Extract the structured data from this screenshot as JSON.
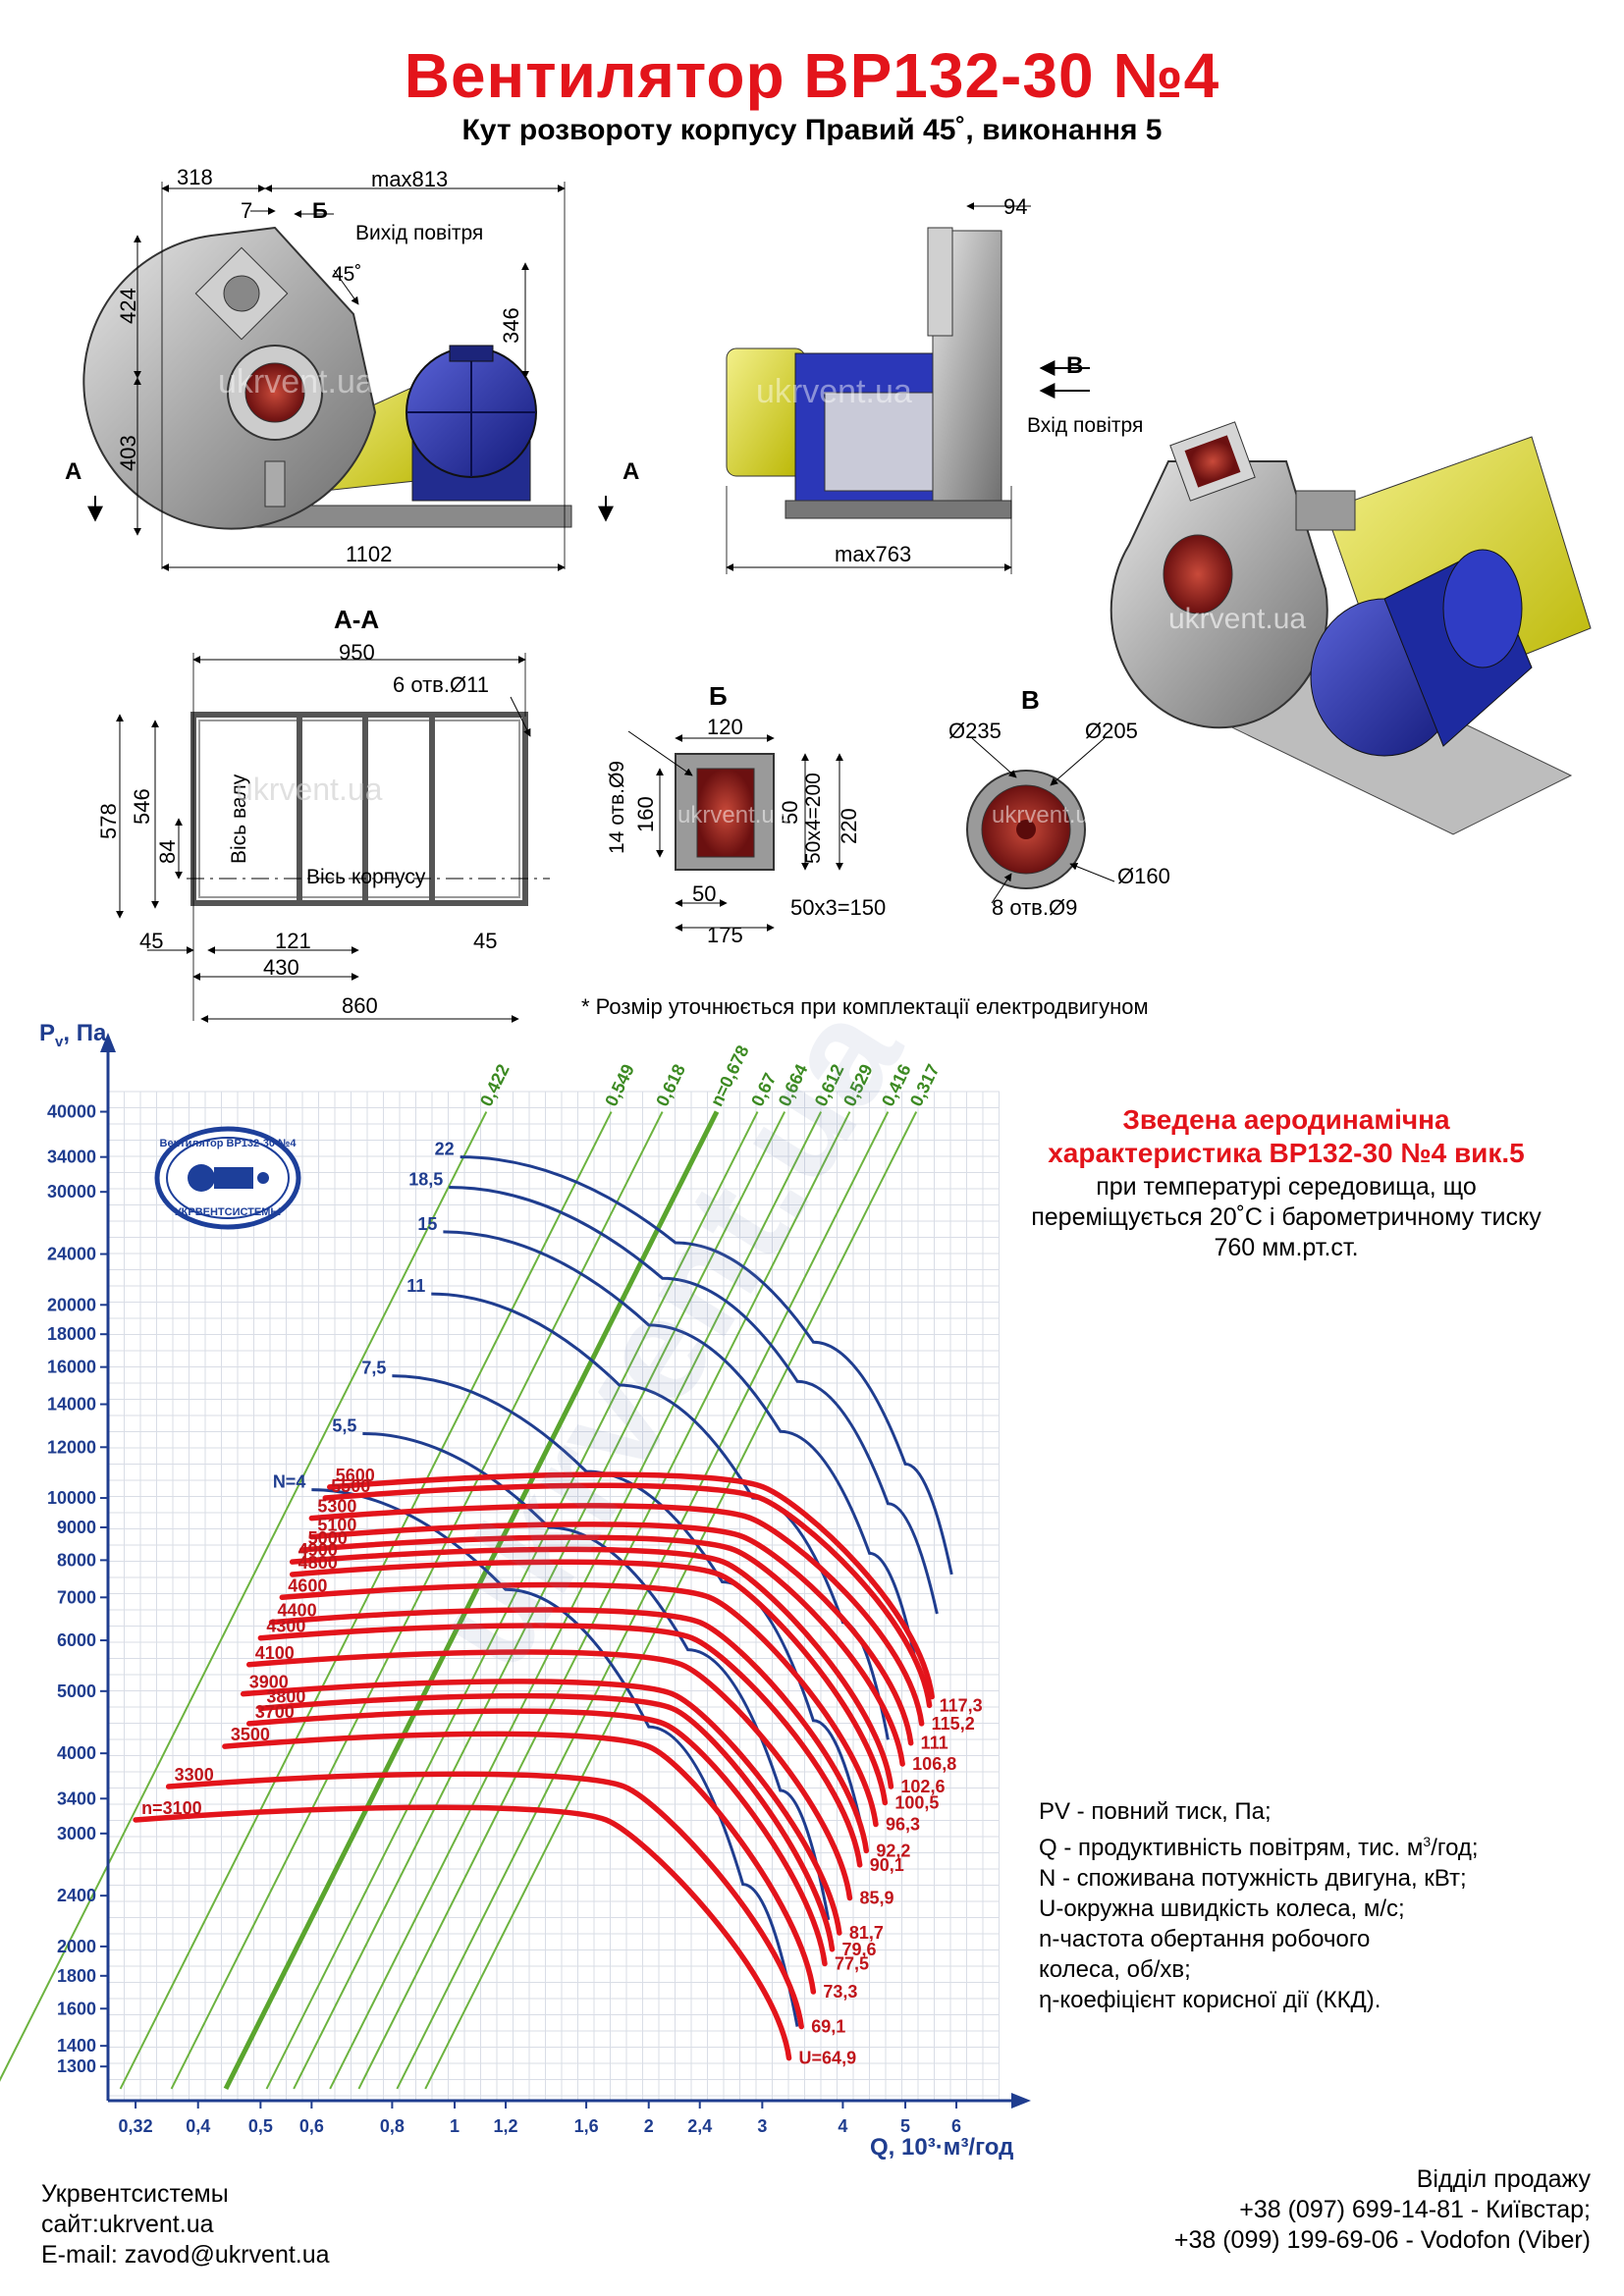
{
  "header": {
    "title": "Вентилятор ВР132-30 №4",
    "subtitle": "Кут розвороту корпусу Правий 45˚, виконання 5"
  },
  "drawing_front": {
    "dim_318": "318",
    "dim_max813": "max813",
    "dim_7": "7",
    "section_b": "Б",
    "air_outlet": "Вихід повітря",
    "angle": "45˚",
    "dim_424": "424",
    "dim_346": "346",
    "dim_403": "403",
    "dim_1102": "1102",
    "cut_a_left": "А",
    "cut_a_right": "А"
  },
  "drawing_side": {
    "dim_94": "94",
    "section_v": "В",
    "air_inlet": "Вхід повітря",
    "dim_max763": "max763"
  },
  "section_aa": {
    "title": "А-А",
    "dim_950": "950",
    "holes": "6 отв.Ø11",
    "dim_578": "578",
    "dim_546": "546",
    "dim_84": "84",
    "shaft_axis": "Вісь валу",
    "body_axis": "Вісь корпусу",
    "dim_45_left": "45",
    "dim_121": "121",
    "dim_45_right": "45",
    "dim_430": "430",
    "dim_860": "860"
  },
  "section_b": {
    "title": "Б",
    "dim_120": "120",
    "holes": "14 отв.Ø9",
    "dim_160": "160",
    "dim_50_v": "50",
    "dim_50x4": "50x4=200",
    "dim_220": "220",
    "dim_50_h": "50",
    "dim_50x3": "50x3=150",
    "dim_175": "175"
  },
  "section_v": {
    "title": "В",
    "d235": "Ø235",
    "d205": "Ø205",
    "d160": "Ø160",
    "holes": "8 отв.Ø9"
  },
  "note": "* Розмір уточнюється при комплектації електродвигуном",
  "watermark": "ukrvent.ua",
  "aero": {
    "title_line1": "Зведена аеродинамічна",
    "title_line2": "характеристика ВР132-30 №4 вик.5",
    "desc_line1": "при температурі середовища, що",
    "desc_line2": "переміщується 20˚С і барометричному тиску",
    "desc_line3": "760 мм.рт.ст."
  },
  "legend": {
    "pv": "PV - повний тиск, Па;",
    "q_pre": "Q - продуктивність повітрям, тис. м",
    "q_sup": "3",
    "q_post": "/год;",
    "n": "N - споживана потужність двигуна, кВт;",
    "u": "U-окружна швидкість колеса, м/с;",
    "nfreq1": "n-частота обертання робочого",
    "nfreq2": "колеса, об/хв;",
    "eta": "η-коефіцієнт корисної дії (ККД)."
  },
  "logo": {
    "top": "Вентилятор ВР132-30 №4",
    "bottom": "УКРВЕНТСИСТЕМЫ"
  },
  "footer": {
    "company": "Укрвентсистемы",
    "site": "сайт:ukrvent.ua",
    "email": "E-mail: zavod@ukrvent.ua",
    "sales_title": "Відділ продажу",
    "phone1": "+38 (097) 699-14-81 - Київстар;",
    "phone2": "+38 (099) 199-69-06 - Vodofon (Viber)"
  },
  "chart_data": {
    "type": "line",
    "x_scale": "log",
    "y_scale": "log",
    "ylabel": "P",
    "ylabel_sub": "v",
    "ylabel_unit": ", Па",
    "xlabel": "Q, 10³·м³/год",
    "x_ticks": [
      0.32,
      0.4,
      0.5,
      0.6,
      0.8,
      1,
      1.2,
      1.6,
      2,
      2.4,
      3,
      4,
      5,
      6
    ],
    "x_tick_labels": [
      "0,32",
      "0,4",
      "0,5",
      "0,6",
      "0,8",
      "1",
      "1,2",
      "1,6",
      "2",
      "2,4",
      "3",
      "4",
      "5",
      "6"
    ],
    "y_ticks": [
      1300,
      1400,
      1600,
      1800,
      2000,
      2400,
      3000,
      3400,
      4000,
      5000,
      6000,
      7000,
      8000,
      9000,
      10000,
      12000,
      14000,
      16000,
      18000,
      20000,
      24000,
      30000,
      34000,
      40000
    ],
    "xlim": [
      0.29,
      7.0
    ],
    "ylim": [
      1150,
      43000
    ],
    "speed_curves": [
      {
        "n": "n=3100",
        "u": "U=64,9",
        "start_q": 0.32,
        "start_p": 3150,
        "end_q": 3.3,
        "end_p": 1340
      },
      {
        "n": "3300",
        "u": "69,1",
        "start_q": 0.36,
        "start_p": 3550,
        "end_q": 3.45,
        "end_p": 1500
      },
      {
        "n": "3500",
        "u": "73,3",
        "start_q": 0.44,
        "start_p": 4100,
        "end_q": 3.6,
        "end_p": 1700
      },
      {
        "n": "3700",
        "u": "77,5",
        "start_q": 0.48,
        "start_p": 4450,
        "end_q": 3.75,
        "end_p": 1880
      },
      {
        "n": "3800",
        "u": "79,6",
        "start_q": 0.5,
        "start_p": 4700,
        "end_q": 3.85,
        "end_p": 1980
      },
      {
        "n": "3900",
        "u": "81,7",
        "start_q": 0.47,
        "start_p": 4950,
        "end_q": 3.95,
        "end_p": 2100
      },
      {
        "n": "4100",
        "u": "85,9",
        "start_q": 0.48,
        "start_p": 5500,
        "end_q": 4.1,
        "end_p": 2380
      },
      {
        "n": "4300",
        "u": "90,1",
        "start_q": 0.5,
        "start_p": 6050,
        "end_q": 4.25,
        "end_p": 2680
      },
      {
        "n": "4400",
        "u": "92,2",
        "start_q": 0.52,
        "start_p": 6400,
        "end_q": 4.35,
        "end_p": 2820
      },
      {
        "n": "4600",
        "u": "96,3",
        "start_q": 0.54,
        "start_p": 7000,
        "end_q": 4.5,
        "end_p": 3100
      },
      {
        "n": "4800",
        "u": "100,5",
        "start_q": 0.56,
        "start_p": 7600,
        "end_q": 4.65,
        "end_p": 3350
      },
      {
        "n": "4900",
        "u": "102,6",
        "start_q": 0.56,
        "start_p": 7950,
        "end_q": 4.75,
        "end_p": 3550
      },
      {
        "n": "5000",
        "u": "106,8",
        "start_q": 0.58,
        "start_p": 8300,
        "end_q": 4.95,
        "end_p": 3850
      },
      {
        "n": "5100",
        "u": "111",
        "start_q": 0.6,
        "start_p": 8700,
        "end_q": 5.1,
        "end_p": 4150
      },
      {
        "n": "5300",
        "u": "115,2",
        "start_q": 0.6,
        "start_p": 9300,
        "end_q": 5.3,
        "end_p": 4450
      },
      {
        "n": "5500",
        "u": "117,3",
        "start_q": 0.63,
        "start_p": 10000,
        "end_q": 5.45,
        "end_p": 4750
      },
      {
        "n": "5600",
        "u": "",
        "start_q": 0.64,
        "start_p": 10400,
        "end_q": 5.5,
        "end_p": 4900
      }
    ],
    "power_curves": [
      {
        "label": "N=4",
        "points": [
          [
            0.6,
            10300
          ],
          [
            1.2,
            7200
          ],
          [
            2.0,
            4400
          ],
          [
            2.8,
            2500
          ],
          [
            3.4,
            1500
          ]
        ]
      },
      {
        "label": "5,5",
        "points": [
          [
            0.72,
            12600
          ],
          [
            1.4,
            9000
          ],
          [
            2.3,
            5800
          ],
          [
            3.2,
            3500
          ],
          [
            3.8,
            2200
          ]
        ]
      },
      {
        "label": "7,5",
        "points": [
          [
            0.8,
            15500
          ],
          [
            1.6,
            11000
          ],
          [
            2.6,
            7400
          ],
          [
            3.6,
            4500
          ],
          [
            4.3,
            3000
          ]
        ]
      },
      {
        "label": "11",
        "points": [
          [
            0.92,
            20800
          ],
          [
            1.8,
            15000
          ],
          [
            2.9,
            10000
          ],
          [
            4.0,
            6400
          ],
          [
            4.7,
            4200
          ]
        ]
      },
      {
        "label": "15",
        "points": [
          [
            0.96,
            26000
          ],
          [
            2.0,
            18600
          ],
          [
            3.2,
            12700
          ],
          [
            4.4,
            8200
          ],
          [
            5.2,
            5500
          ]
        ]
      },
      {
        "label": "18,5",
        "points": [
          [
            0.98,
            30500
          ],
          [
            2.1,
            22000
          ],
          [
            3.4,
            15200
          ],
          [
            4.7,
            9800
          ],
          [
            5.6,
            6600
          ]
        ]
      },
      {
        "label": "22",
        "points": [
          [
            1.02,
            34000
          ],
          [
            2.2,
            25000
          ],
          [
            3.6,
            17500
          ],
          [
            5.0,
            11300
          ],
          [
            5.9,
            7600
          ]
        ]
      }
    ],
    "efficiency_lines": [
      {
        "label": "0,422",
        "q_at_p40000": 1.12
      },
      {
        "label": "0,549",
        "q_at_p40000": 1.75
      },
      {
        "label": "0,618",
        "q_at_p40000": 2.1
      },
      {
        "label": "n=0,678",
        "q_at_p40000": 2.55
      },
      {
        "label": "0,67",
        "q_at_p40000": 2.95
      },
      {
        "label": "0,664",
        "q_at_p40000": 3.25
      },
      {
        "label": "0,612",
        "q_at_p40000": 3.7
      },
      {
        "label": "0,529",
        "q_at_p40000": 4.1
      },
      {
        "label": "0,416",
        "q_at_p40000": 4.7
      },
      {
        "label": "0,317",
        "q_at_p40000": 5.2
      }
    ],
    "grid": true,
    "legend": "right"
  }
}
